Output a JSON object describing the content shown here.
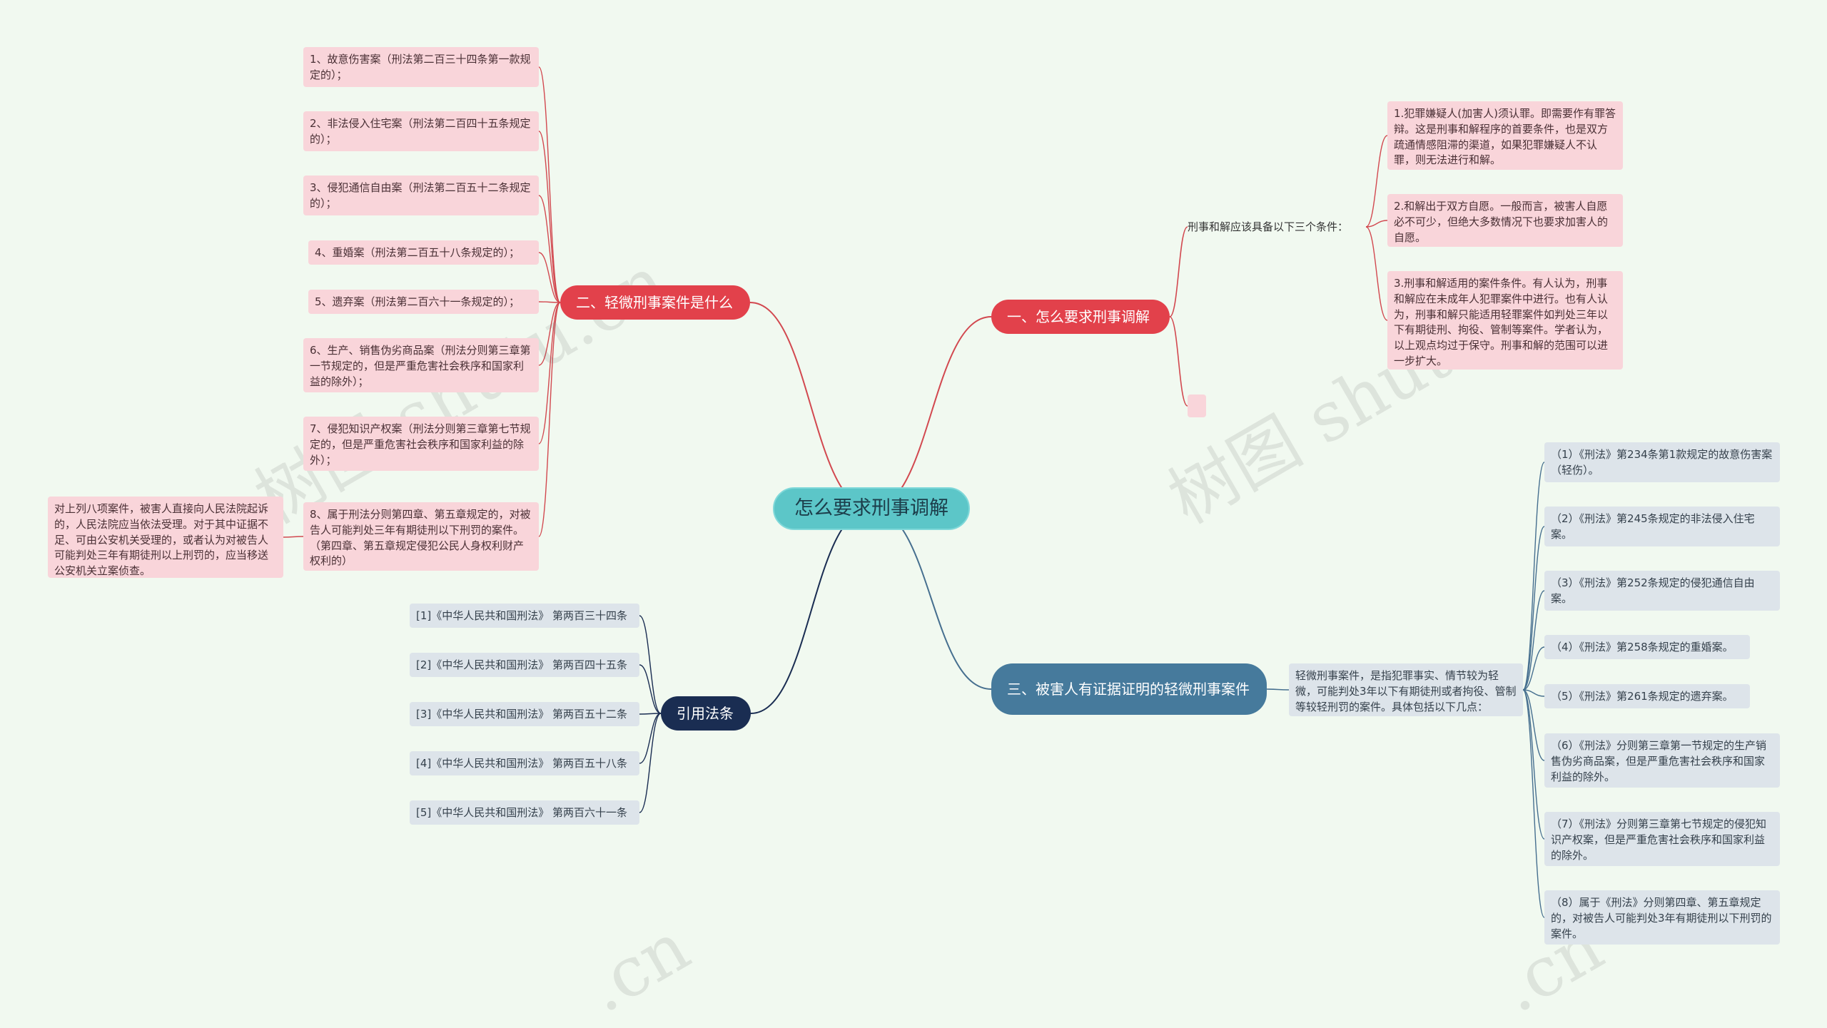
{
  "root": "怎么要求刑事调解",
  "branch1": {
    "title": "一、怎么要求刑事调解",
    "sub": "刑事和解应该具备以下三个条件：",
    "items": [
      "1.犯罪嫌疑人(加害人)须认罪。即需要作有罪答辩。这是刑事和解程序的首要条件，也是双方疏通情感阻滞的渠道，如果犯罪嫌疑人不认罪，则无法进行和解。",
      "2.和解出于双方自愿。一般而言，被害人自愿必不可少，但绝大多数情况下也要求加害人的自愿。",
      "3.刑事和解适用的案件条件。有人认为，刑事和解应在未成年人犯罪案件中进行。也有人认为，刑事和解只能适用轻罪案件如判处三年以下有期徒刑、拘役、管制等案件。学者认为，以上观点均过于保守。刑事和解的范围可以进一步扩大。"
    ],
    "empty_item": ""
  },
  "branch2": {
    "title": "二、轻微刑事案件是什么",
    "items": [
      "1、故意伤害案（刑法第二百三十四条第一款规定的）；",
      "2、非法侵入住宅案（刑法第二百四十五条规定的）；",
      "3、侵犯通信自由案（刑法第二百五十二条规定的）；",
      "4、重婚案（刑法第二百五十八条规定的）；",
      "5、遗弃案（刑法第二百六十一条规定的）；",
      "6、生产、销售伪劣商品案（刑法分则第三章第一节规定的，但是严重危害社会秩序和国家利益的除外）；",
      "7、侵犯知识产权案（刑法分则第三章第七节规定的，但是严重危害社会秩序和国家利益的除外）；",
      "8、属于刑法分则第四章、第五章规定的，对被告人可能判处三年有期徒刑以下刑罚的案件。（第四章、第五章规定侵犯公民人身权利财产权利的）"
    ],
    "note": "对上列八项案件，被害人直接向人民法院起诉的，人民法院应当依法受理。对于其中证据不足、可由公安机关受理的，或者认为对被告人可能判处三年有期徒刑以上刑罚的，应当移送公安机关立案侦查。"
  },
  "branch3": {
    "title": "三、被害人有证据证明的轻微刑事案件",
    "sub": "轻微刑事案件，是指犯罪事实、情节较为轻微，可能判处3年以下有期徒刑或者拘役、管制等较轻刑罚的案件。具体包括以下几点：",
    "items": [
      "（1）《刑法》第234条第1款规定的故意伤害案（轻伤）。",
      "（2）《刑法》第245条规定的非法侵入住宅案。",
      "（3）《刑法》第252条规定的侵犯通信自由案。",
      "（4）《刑法》第258条规定的重婚案。",
      "（5）《刑法》第261条规定的遗弃案。",
      "（6）《刑法》分则第三章第一节规定的生产销售伪劣商品案，但是严重危害社会秩序和国家利益的除外。",
      "（7）《刑法》分则第三章第七节规定的侵犯知识产权案，但是严重危害社会秩序和国家利益的除外。",
      "（8）属于《刑法》分则第四章、第五章规定的，对被告人可能判处3年有期徒刑以下刑罚的案件。"
    ]
  },
  "branch4": {
    "title": "引用法条",
    "items": [
      "[1]《中华人民共和国刑法》 第两百三十四条",
      "[2]《中华人民共和国刑法》 第两百四十五条",
      "[3]《中华人民共和国刑法》 第两百五十二条",
      "[4]《中华人民共和国刑法》 第两百五十八条",
      "[5]《中华人民共和国刑法》 第两百六十一条"
    ]
  },
  "watermarks": [
    "树图 shutu.cn",
    "树图 shutu.cn",
    ".cn",
    ".cn"
  ],
  "colors": {
    "background": "#f1f9f0",
    "root": "#5cc6c8",
    "red_topic": "#e2414b",
    "blue_topic": "#467a9c",
    "navy_topic": "#1a2d52",
    "pink_leaf": "#f9d5da",
    "gray_leaf": "#dde4ea"
  }
}
